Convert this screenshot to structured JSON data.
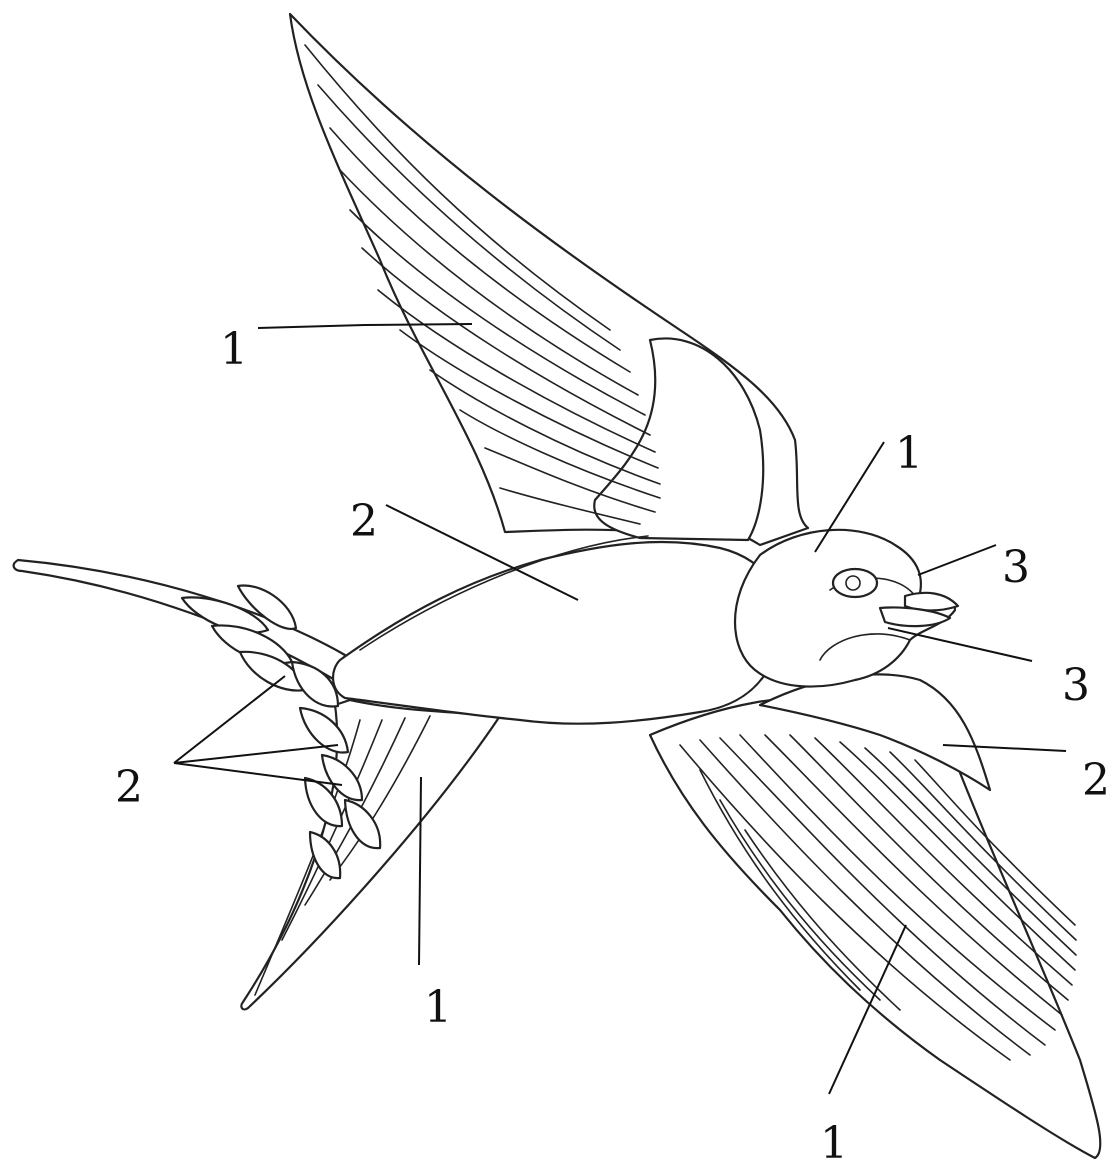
{
  "labels": {
    "upper_wing": "1",
    "back": "2",
    "head": "1",
    "upper_beak": "3",
    "lower_beak": "3",
    "shoulder": "2",
    "lower_wing": "1",
    "tail_feathers": "2",
    "tail_streamer": "1"
  },
  "colors": {
    "line": "#222222",
    "background": "#ffffff"
  }
}
